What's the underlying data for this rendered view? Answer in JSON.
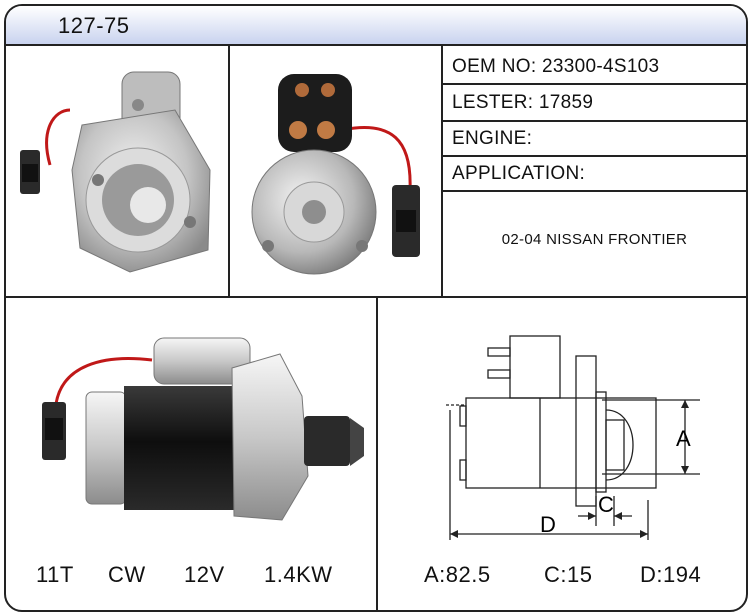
{
  "header": {
    "title": "127-75"
  },
  "info": {
    "oem": "OEM NO: 23300-4S103",
    "lester": "LESTER: 17859",
    "engine": "ENGINE:",
    "application": "APPLICATION:",
    "application_value": "02-04 NISSAN FRONTIER"
  },
  "specs": {
    "teeth": "11T",
    "rotation": "CW",
    "voltage": "12V",
    "power": "1.4KW"
  },
  "dimensions": {
    "a": "A:82.5",
    "c": "C:15",
    "d": "D:194",
    "label_a": "A",
    "label_c": "C",
    "label_d": "D"
  }
}
